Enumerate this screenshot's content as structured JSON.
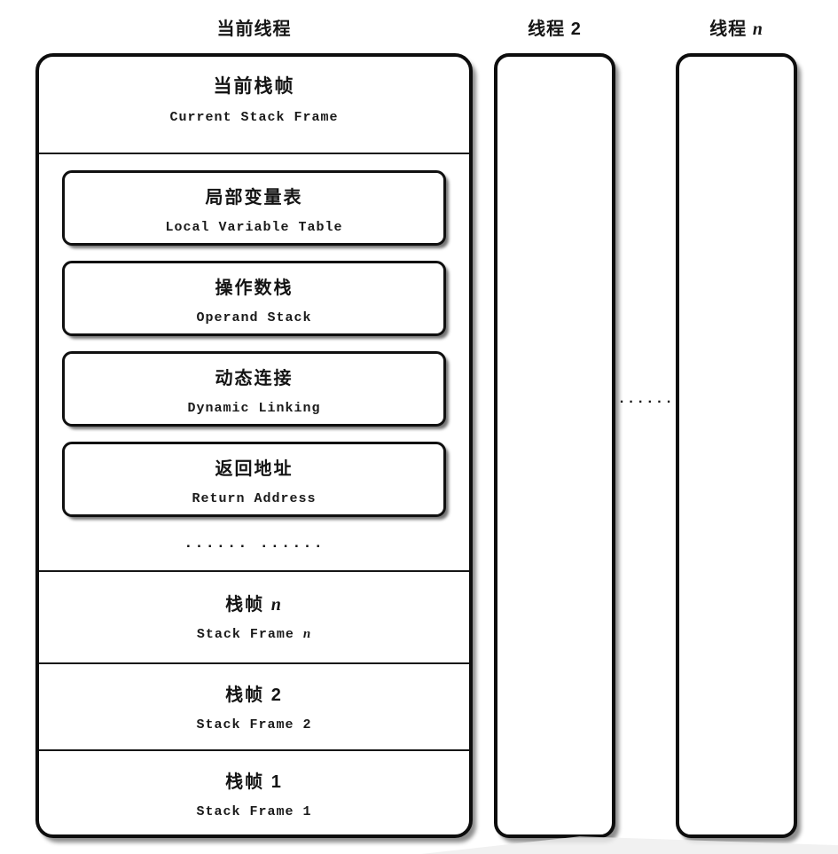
{
  "titles": {
    "current_thread": "当前线程",
    "thread_2": "线程 2",
    "thread_n_prefix": "线程 ",
    "thread_n_var": "n"
  },
  "main_column": {
    "current_frame": {
      "zh": "当前栈帧",
      "en": "Current Stack Frame"
    },
    "frame_parts": [
      {
        "zh": "局部变量表",
        "en": "Local Variable Table"
      },
      {
        "zh": "操作数栈",
        "en": "Operand Stack"
      },
      {
        "zh": "动态连接",
        "en": "Dynamic Linking"
      },
      {
        "zh": "返回地址",
        "en": "Return Address"
      }
    ],
    "ellipsis": "...... ......",
    "stack_frames": [
      {
        "zh_prefix": "栈帧 ",
        "var": "n",
        "en_prefix": "Stack Frame "
      },
      {
        "zh_prefix": "栈帧 ",
        "var": "2",
        "en_prefix": "Stack Frame "
      },
      {
        "zh_prefix": "栈帧 ",
        "var": "1",
        "en_prefix": "Stack Frame "
      }
    ]
  },
  "between_threads_ellipsis": "......",
  "colors": {
    "ink": "#111111",
    "paper": "#ffffff"
  }
}
